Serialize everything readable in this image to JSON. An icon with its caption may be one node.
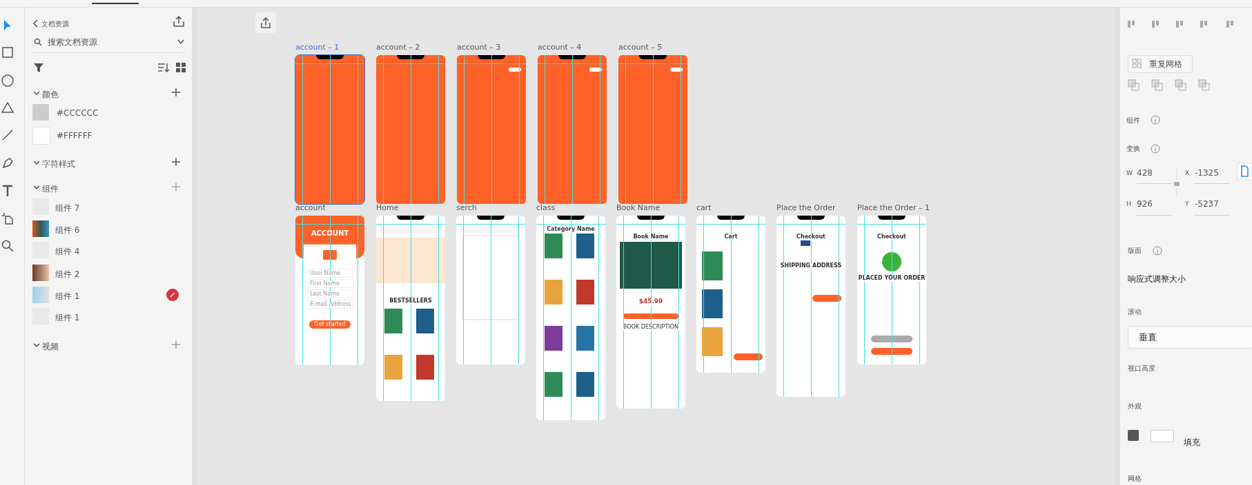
{
  "diagram": {
    "nodes": [
      {
        "text": [
          "account – 1"
        ]
      },
      {
        "text": [
          "account – 2"
        ]
      },
      {
        "text": [
          "account – 3"
        ]
      },
      {
        "text": [
          "account – 4"
        ]
      },
      {
        "text": [
          "account – 5"
        ]
      },
      {
        "text": [
          "account",
          "ACCOUNT",
          "User Name",
          "First Name",
          "Last Name",
          "E-mail Address",
          "Get started"
        ]
      },
      {
        "text": [
          "Home",
          "BESTSELLERS"
        ]
      },
      {
        "text": [
          "serch"
        ]
      },
      {
        "text": [
          "class",
          "Category Name"
        ]
      },
      {
        "text": [
          "Book Name",
          "Book Name",
          "$45.99",
          "BOOK DESCRIPTION"
        ]
      },
      {
        "text": [
          "cart",
          "Cart"
        ]
      },
      {
        "text": [
          "Place the Order",
          "Checkout",
          "SHIPPING ADDRESS"
        ]
      },
      {
        "text": [
          "Place the Order – 1",
          "Checkout",
          "PLACED YOUR ORDER"
        ]
      }
    ],
    "labels": [
      "文档资源",
      "搜索文档资源",
      "颜色",
      "#CCCCCC",
      "#FFFFFF",
      "字符样式",
      "组件",
      "组件 7",
      "组件 6",
      "组件 4",
      "组件 2",
      "组件 1",
      "组件 1",
      "视频",
      "重复网格",
      "组件",
      "变换",
      "W",
      "428",
      "X",
      "-1325",
      "H",
      "926",
      "Y",
      "-5237",
      "版面",
      "响应式调整大小",
      "滚动",
      "垂直",
      "视口高度",
      "外观",
      "填充",
      "网格"
    ]
  }
}
